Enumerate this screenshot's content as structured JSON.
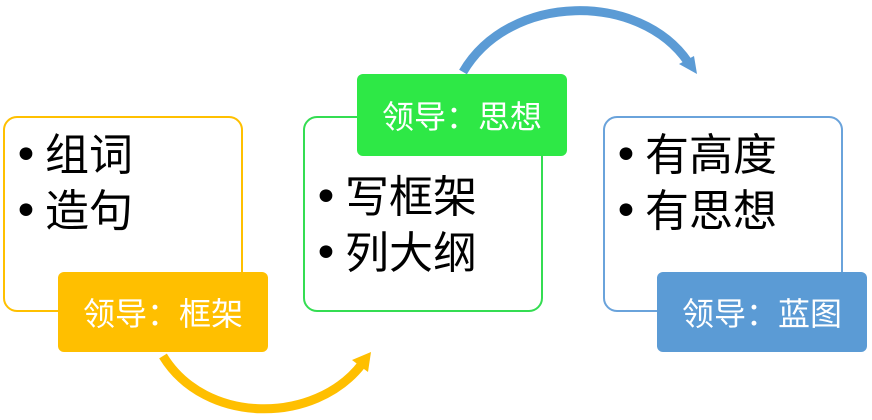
{
  "colors": {
    "yellow": "#ffbf00",
    "green": "#2ee846",
    "blue": "#5b9bd5",
    "yellow_border": "#ffc000",
    "green_border": "#34dd52",
    "blue_border": "#6aa3db"
  },
  "bullet_icon": "bullet-icon",
  "steps": [
    {
      "items": [
        "组词",
        "造句"
      ],
      "tag": "领导：框架"
    },
    {
      "items": [
        "写框架",
        "列大纲"
      ],
      "tag": "领导：思想"
    },
    {
      "items": [
        "有高度",
        "有思想"
      ],
      "tag": "领导：蓝图"
    }
  ]
}
